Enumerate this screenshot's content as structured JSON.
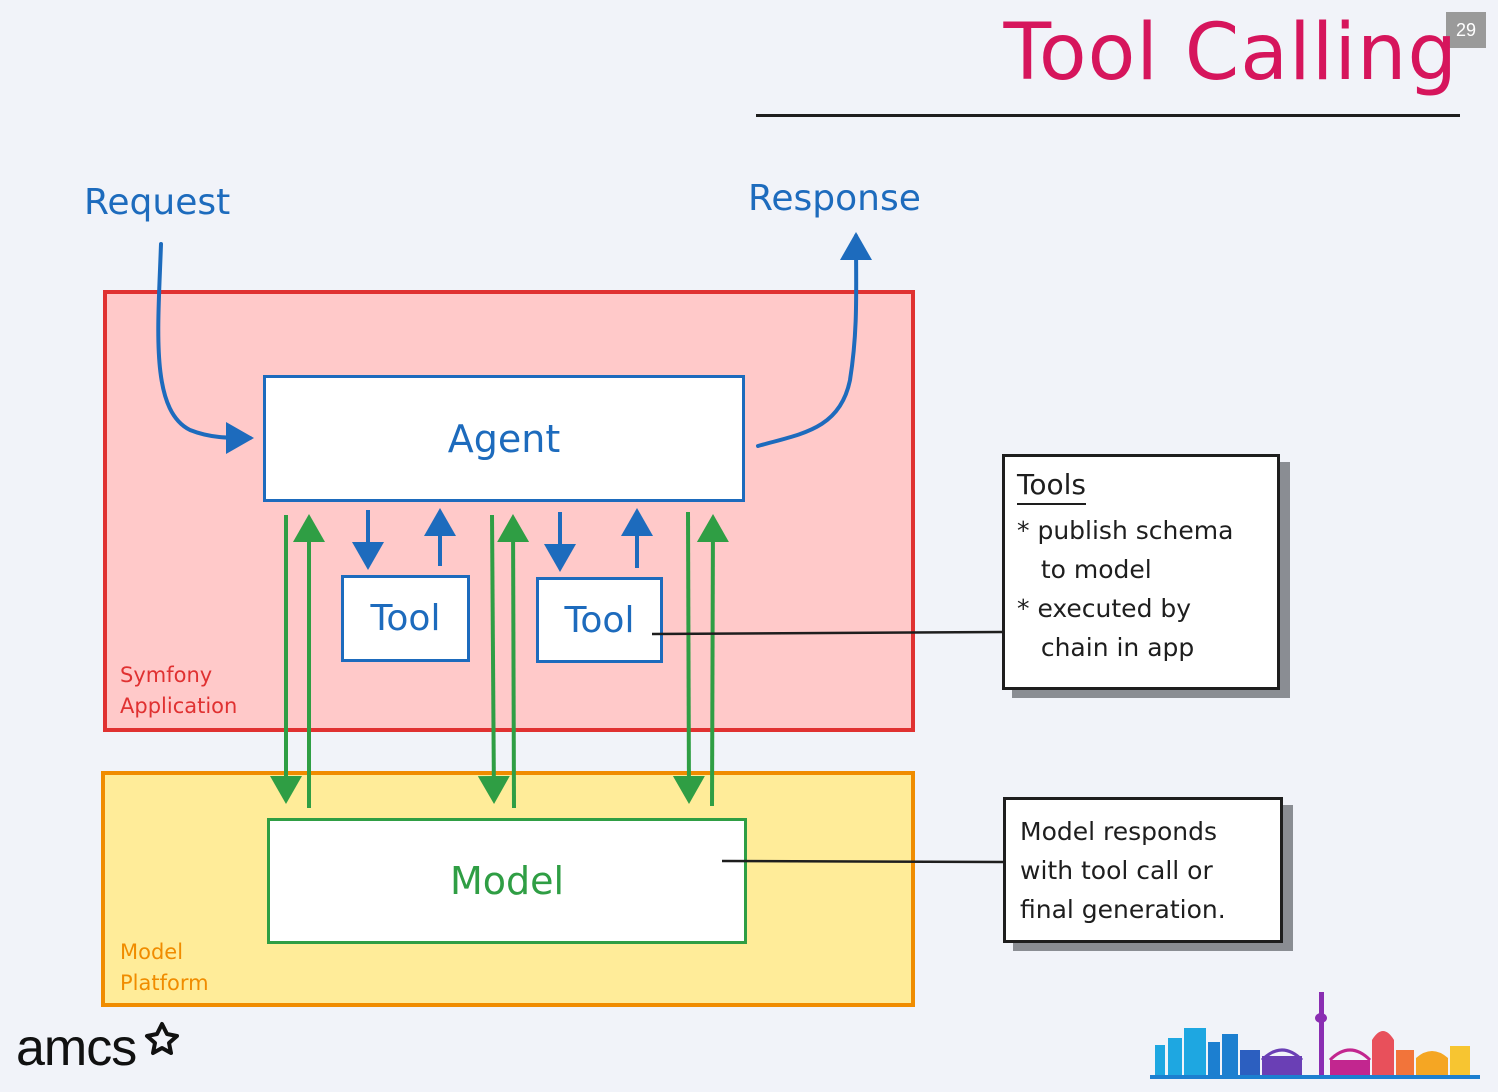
{
  "slide": {
    "number": "29",
    "title": "Tool Calling"
  },
  "flow": {
    "request_label": "Request",
    "response_label": "Response"
  },
  "regions": {
    "app_label": "Symfony\nApplication",
    "platform_label": "Model\nPlatform"
  },
  "nodes": {
    "agent": "Agent",
    "tool_1": "Tool",
    "tool_2": "Tool",
    "model": "Model"
  },
  "notes": {
    "tools": {
      "title": "Tools",
      "lines": [
        "* publish schema",
        "   to model",
        "* executed by",
        "   chain in app"
      ]
    },
    "model": {
      "lines": [
        "Model responds",
        "with tool call or",
        "final generation."
      ]
    }
  },
  "branding": {
    "logo_text": "amcs"
  },
  "colors": {
    "title": "#d6155c",
    "agent_blue": "#1d6bbd",
    "app_red": "#e03131",
    "app_fill": "#ffc9c9",
    "platform_orange": "#f08c00",
    "platform_fill": "#ffec99",
    "model_green": "#2f9e44"
  }
}
